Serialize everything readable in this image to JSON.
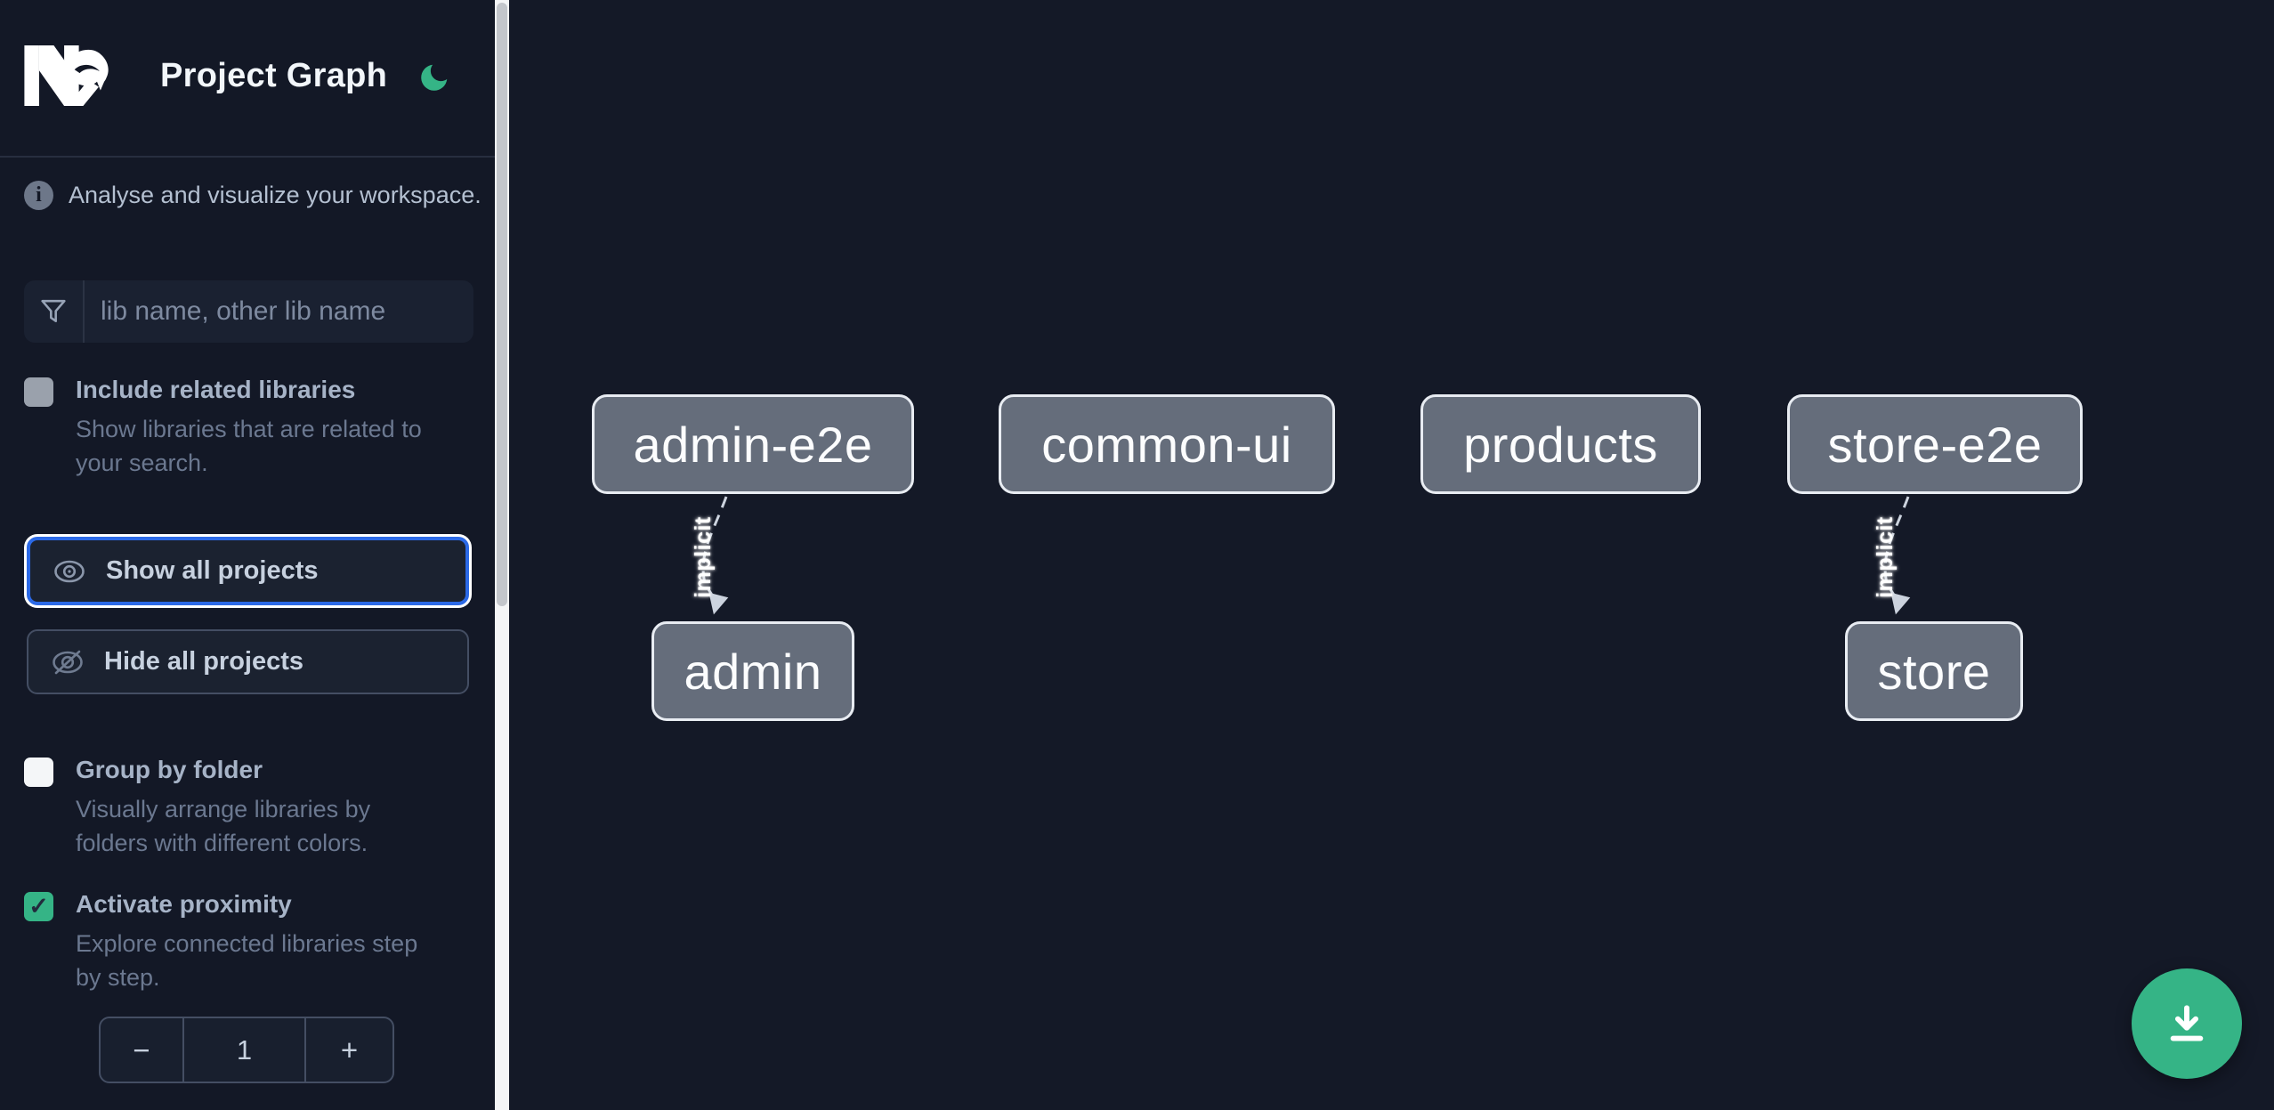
{
  "app": {
    "title": "Project Graph",
    "logo_name": "Nx",
    "theme_toggle_icon": "moon-icon"
  },
  "sidebar": {
    "tagline": "Analyse and visualize your workspace.",
    "info_glyph": "i",
    "filter": {
      "placeholder": "lib name, other lib name",
      "value": "",
      "icon": "funnel-icon"
    },
    "include_related": {
      "label": "Include related libraries",
      "description_lines": [
        "Show libraries that are related to",
        "your search."
      ],
      "checked": false
    },
    "show_all": {
      "label": "Show all projects",
      "icon": "eye-icon",
      "focused": true
    },
    "hide_all": {
      "label": "Hide all projects",
      "icon": "eye-off-icon"
    },
    "group_by_folder": {
      "label": "Group by folder",
      "description_lines": [
        "Visually arrange libraries by",
        "folders with different colors."
      ],
      "checked": false
    },
    "activate_proximity": {
      "label": "Activate proximity",
      "description_lines": [
        "Explore connected libraries step",
        "by step."
      ],
      "checked": true,
      "check_glyph": "✓"
    },
    "proximity_stepper": {
      "decrement_label": "−",
      "value": "1",
      "increment_label": "+"
    }
  },
  "graph": {
    "nodes": [
      {
        "id": "admin-e2e",
        "label": "admin-e2e"
      },
      {
        "id": "common-ui",
        "label": "common-ui"
      },
      {
        "id": "products",
        "label": "products"
      },
      {
        "id": "store-e2e",
        "label": "store-e2e"
      },
      {
        "id": "admin",
        "label": "admin"
      },
      {
        "id": "store",
        "label": "store"
      }
    ],
    "edges": [
      {
        "source": "admin-e2e",
        "target": "admin",
        "label": "implicit",
        "style": "dashed"
      },
      {
        "source": "store-e2e",
        "target": "store",
        "label": "implicit",
        "style": "dashed"
      }
    ]
  },
  "fab": {
    "icon": "download-icon"
  },
  "colors": {
    "accent_green": "#35b486",
    "focus_blue": "#2b69e6",
    "node_fill": "#656d7b",
    "node_border": "#e8ecf2",
    "edge": "#ccd3de",
    "sidebar_bg": "#131826",
    "canvas_bg": "#141927"
  }
}
